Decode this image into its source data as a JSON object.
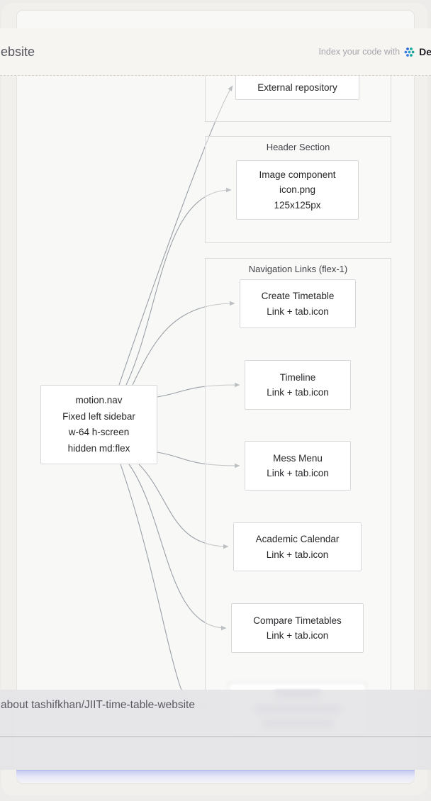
{
  "header": {
    "title": "ebsite",
    "index_label": "Index your code with",
    "brand": "De",
    "brand_icon": "devin-dots-logo",
    "brand_colors": {
      "blue": "#3b7ce0",
      "teal": "#17a89e"
    }
  },
  "diagram": {
    "source": {
      "lines": [
        "motion.nav",
        "Fixed left sidebar",
        "w-64 h-screen",
        "hidden md:flex"
      ]
    },
    "external": {
      "title": "External repository"
    },
    "header_section": {
      "label": "Header Section",
      "node_lines": [
        "Image component",
        "icon.png",
        "125x125px"
      ]
    },
    "nav_section": {
      "label": "Navigation Links (flex-1)",
      "items": [
        {
          "title": "Create Timetable",
          "subtitle": "Link + tab.icon"
        },
        {
          "title": "Timeline",
          "subtitle": "Link + tab.icon"
        },
        {
          "title": "Mess Menu",
          "subtitle": "Link + tab.icon"
        },
        {
          "title": "Academic Calendar",
          "subtitle": "Link + tab.icon"
        },
        {
          "title": "Compare Timetables",
          "subtitle": "Link + tab.icon"
        }
      ]
    },
    "edge_color": "#9aa0a7"
  },
  "ask": {
    "text": "about tashifkhan/JIIT-time-table-website"
  },
  "colors": {
    "focus_glow": "#c7caf2",
    "canvas": "#f8f8f6",
    "page": "#eeecea"
  }
}
